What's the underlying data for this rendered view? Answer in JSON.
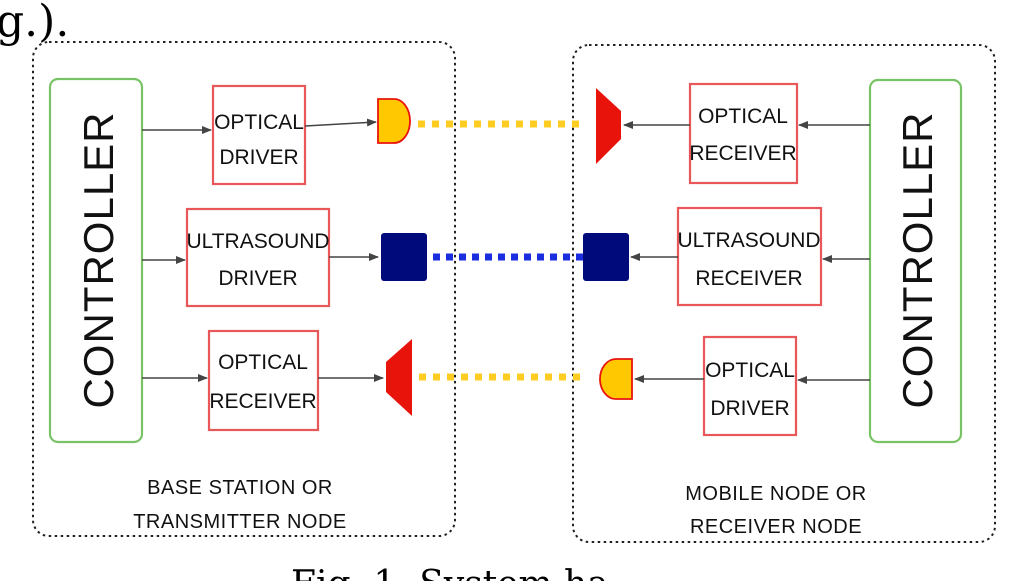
{
  "top_fragment": "g.).",
  "caption_fragment": "Fig. 1. System ha",
  "colors": {
    "optical_amber": "#ffc800",
    "optical_red": "#e8140c",
    "ultrasound_blue": "#000a7a",
    "optical_link": "#ffcc22",
    "ultrasound_link": "#1a2ee0",
    "box_stroke": "#e8585a",
    "controller_stroke": "#79c265"
  },
  "left_node": {
    "controller": "CONTROLLER",
    "optical_driver": [
      "OPTICAL",
      "DRIVER"
    ],
    "ultrasound_driver": [
      "ULTRASOUND",
      "DRIVER"
    ],
    "optical_receiver": [
      "OPTICAL",
      "RECEIVER"
    ],
    "label": [
      "BASE STATION OR",
      "TRANSMITTER NODE"
    ]
  },
  "right_node": {
    "controller": "CONTROLLER",
    "optical_receiver": [
      "OPTICAL",
      "RECEIVER"
    ],
    "ultrasound_receiver": [
      "ULTRASOUND",
      "RECEIVER"
    ],
    "optical_driver": [
      "OPTICAL",
      "DRIVER"
    ],
    "label": [
      "MOBILE NODE OR",
      "RECEIVER NODE"
    ]
  },
  "icons": [
    "optical-emitter-icon",
    "optical-detector-icon",
    "ultrasound-transducer-icon"
  ]
}
